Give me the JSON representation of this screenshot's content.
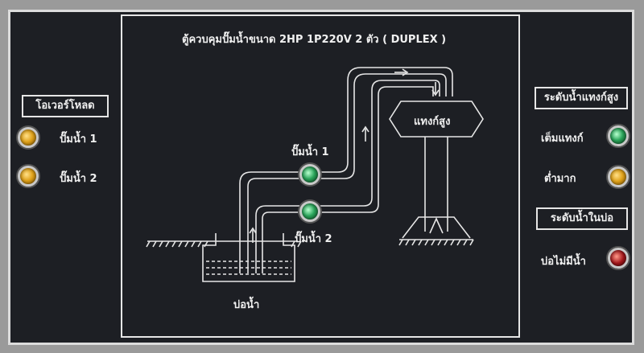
{
  "panel": {
    "title": "ตู้ควบคุมปั๊มน้ำขนาด 2HP 1P220V 2 ตัว ( DUPLEX )"
  },
  "overload": {
    "header": "โอเวอร์โหลด",
    "items": [
      {
        "label": "ปั๊มน้ำ 1",
        "lamp_color": "#e0a21a"
      },
      {
        "label": "ปั๊มน้ำ 2",
        "lamp_color": "#e0a21a"
      }
    ]
  },
  "diagram": {
    "pump1_label": "ปั๊มน้ำ 1",
    "pump2_label": "ปั๊มน้ำ 2",
    "high_tank_label": "แทงก์สูง",
    "well_label": "บ่อน้ำ"
  },
  "tank_level": {
    "header": "ระดับน้ำแทงก์สูง",
    "items": [
      {
        "label": "เต็มแทงก์",
        "lamp_color": "#2aa45a"
      },
      {
        "label": "ต่ำมาก",
        "lamp_color": "#e0a21a"
      }
    ]
  },
  "well_level": {
    "header": "ระดับน้ำในบ่อ",
    "items": [
      {
        "label": "บ่อไม่มีน้ำ",
        "lamp_color": "#a3161a"
      }
    ]
  },
  "colors": {
    "panel_bg": "#1d1f24",
    "frame": "#9a9a9a",
    "line": "#e6e6e6"
  }
}
